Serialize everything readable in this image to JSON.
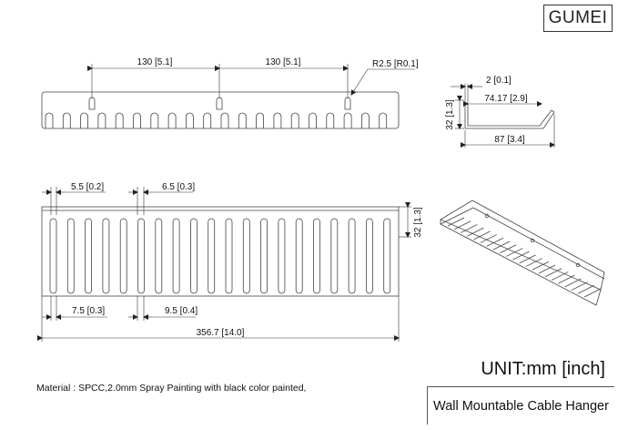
{
  "brand": "GUMEI",
  "unit_label": "UNIT:mm [inch]",
  "material_note": "Material : SPCC,2.0mm  Spray Painting with black color painted,",
  "product_title": "Wall Mountable Cable Hanger",
  "dims": {
    "top_span_1": "130 [5.1]",
    "top_span_2": "130 [5.1]",
    "hole_radius": "R2.5 [R0.1]",
    "thickness": "2 [0.1]",
    "side_inner_length": "74.17 [2.9]",
    "side_height": "32 [1.3]",
    "side_depth": "87 [3.4]",
    "slot_width_top_left": "5.5 [0.2]",
    "slot_width_top_right": "6.5 [0.3]",
    "front_height": "32 [1.3]",
    "slot_pitch_left": "7.5 [0.3]",
    "slot_pitch_right": "9.5 [0.4]",
    "overall_length": "356.7 [14.0]"
  }
}
